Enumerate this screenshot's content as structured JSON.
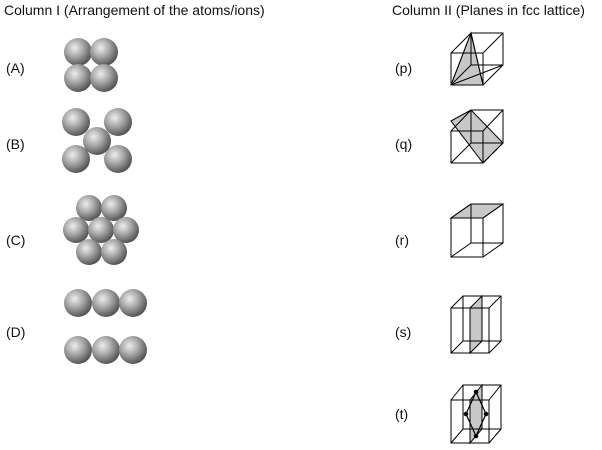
{
  "column1": {
    "header": "Column I (Arrangement of the atoms/ions)",
    "items": [
      {
        "label": "(A)"
      },
      {
        "label": "(B)"
      },
      {
        "label": "(C)"
      },
      {
        "label": "(D)"
      }
    ]
  },
  "column2": {
    "header": "Column II (Planes in fcc lattice)",
    "items": [
      {
        "label": "(p)"
      },
      {
        "label": "(q)"
      },
      {
        "label": "(r)"
      },
      {
        "label": "(s)"
      },
      {
        "label": "(t)"
      }
    ]
  },
  "colors": {
    "atom_light": "#e6e6e6",
    "atom_dark": "#4a4a4a",
    "plane_fill": "#c8c8c8",
    "line": "#000000"
  }
}
